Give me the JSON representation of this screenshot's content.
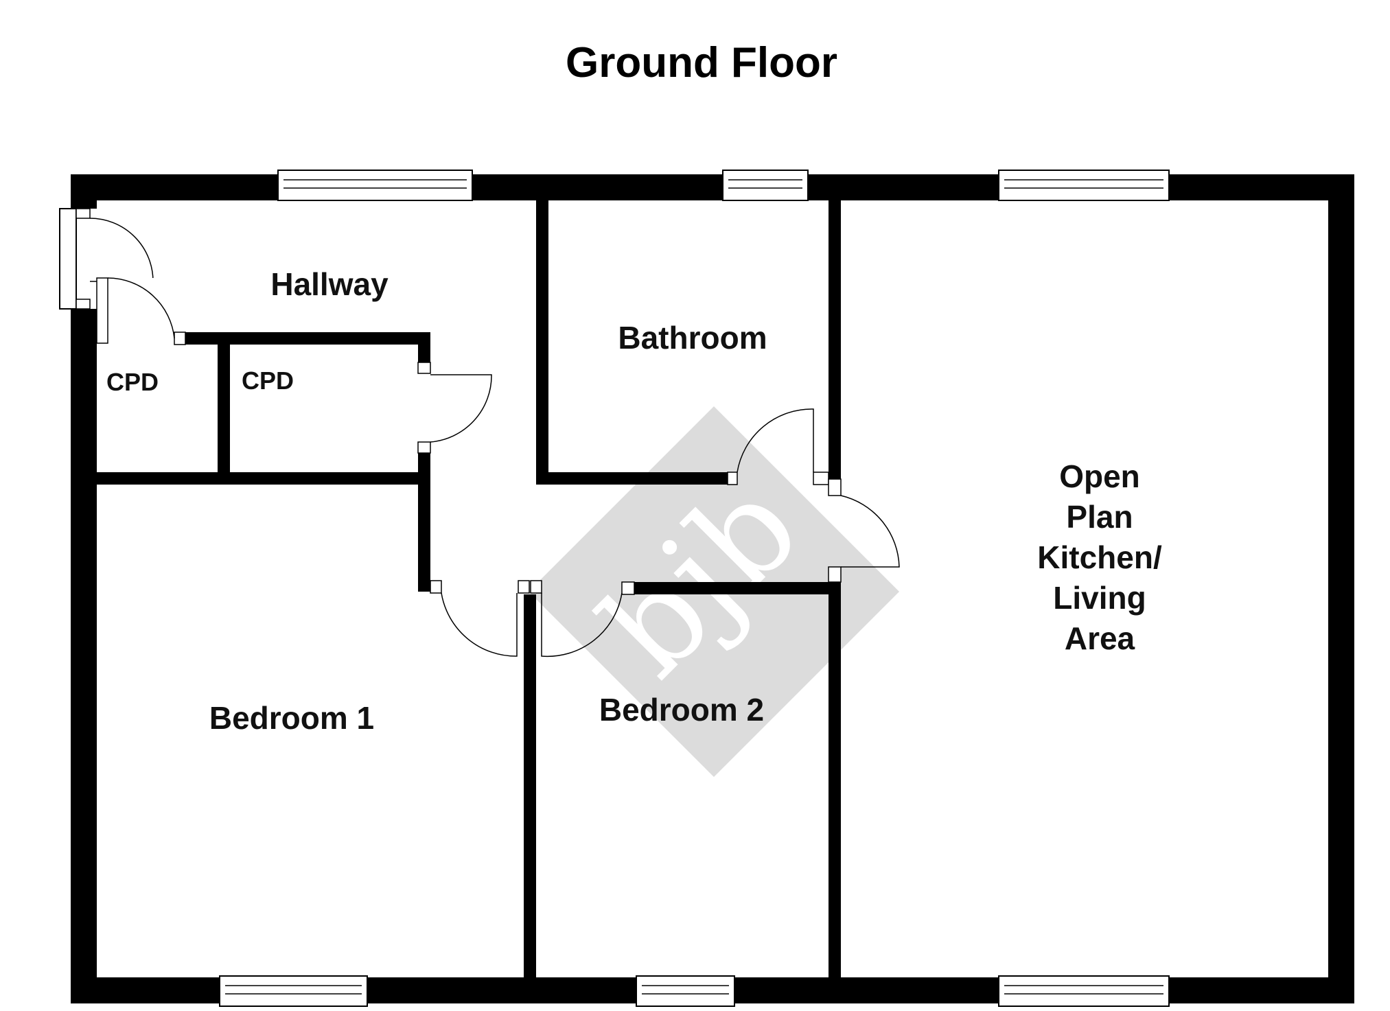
{
  "title": "Ground Floor",
  "rooms": {
    "hallway": "Hallway",
    "cpd_1": "CPD",
    "cpd_2": "CPD",
    "bathroom": "Bathroom",
    "bedroom_1": "Bedroom 1",
    "bedroom_2": "Bedroom 2",
    "open_plan": [
      "Open",
      "Plan",
      "Kitchen/",
      "Living",
      "Area"
    ]
  },
  "watermark": {
    "text": "bjb",
    "color": "#d9d9d9"
  },
  "colors": {
    "wall": "#000000",
    "background": "#ffffff"
  }
}
